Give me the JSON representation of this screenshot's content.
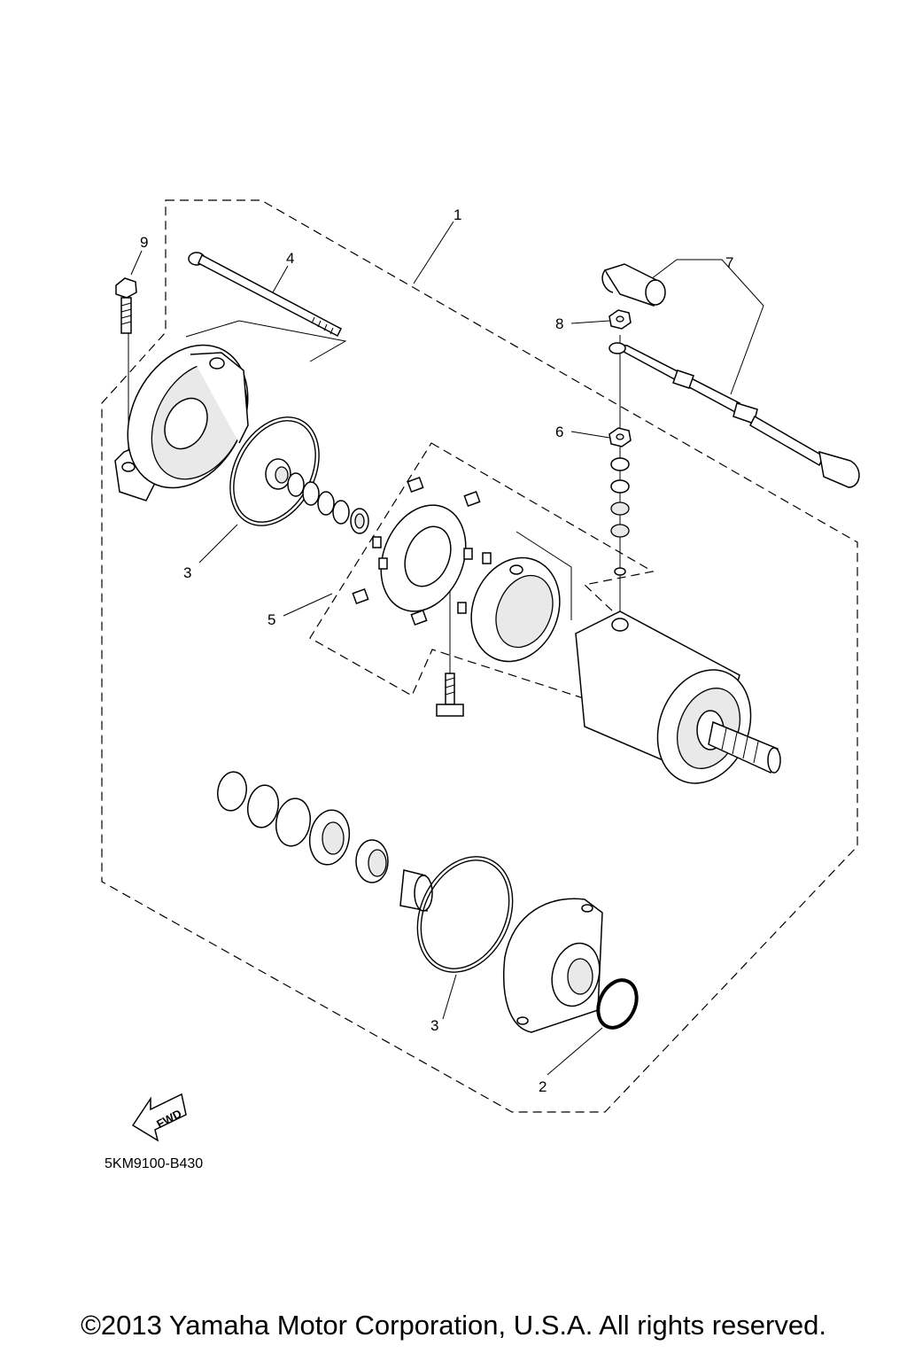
{
  "callouts": [
    {
      "id": "1",
      "label": "1"
    },
    {
      "id": "2",
      "label": "2"
    },
    {
      "id": "3a",
      "label": "3"
    },
    {
      "id": "3b",
      "label": "3"
    },
    {
      "id": "4",
      "label": "4"
    },
    {
      "id": "5",
      "label": "5"
    },
    {
      "id": "6",
      "label": "6"
    },
    {
      "id": "7",
      "label": "7"
    },
    {
      "id": "8",
      "label": "8"
    },
    {
      "id": "9",
      "label": "9"
    }
  ],
  "fwd_label": "FWD",
  "diagram_code": "5KM9100-B430",
  "copyright": "©2013 Yamaha Motor Corporation, U.S.A. All rights reserved."
}
